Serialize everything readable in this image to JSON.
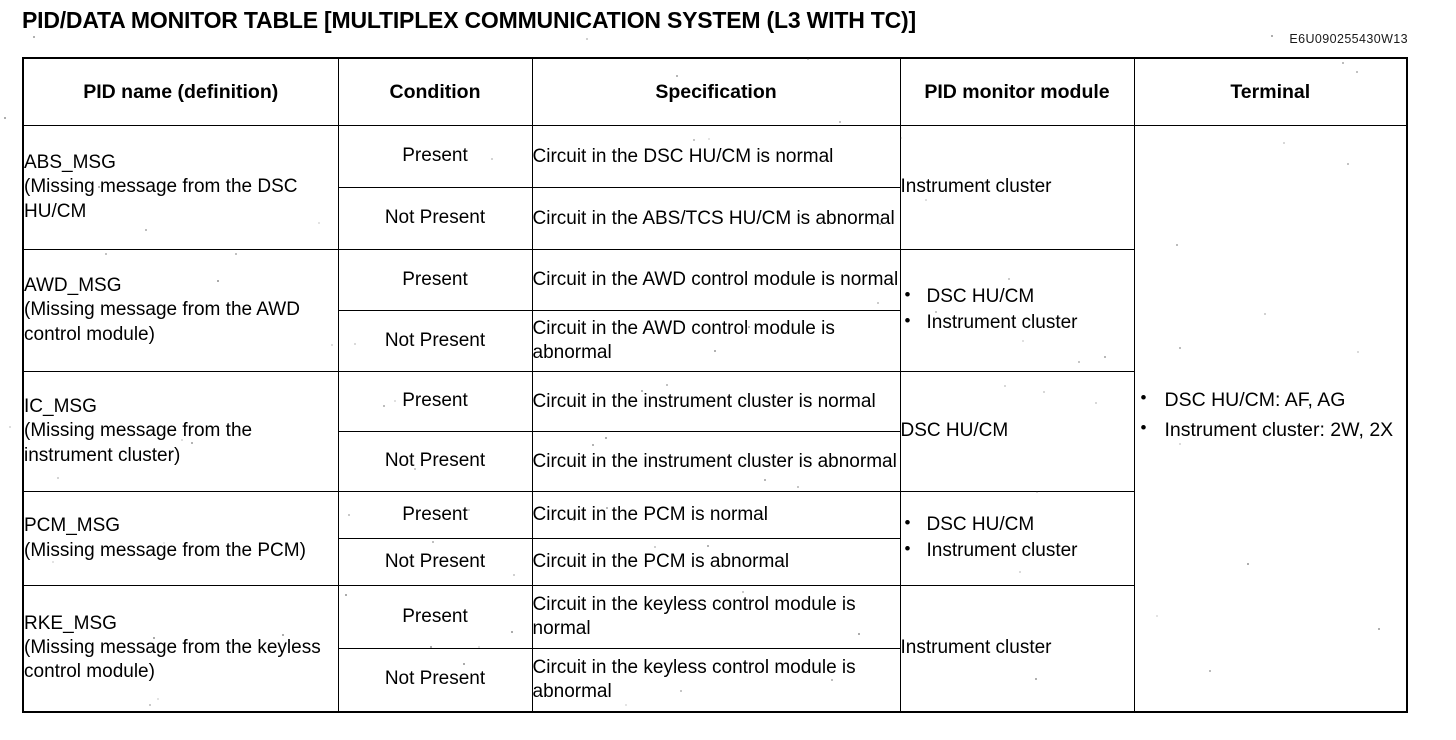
{
  "document": {
    "title": "PID/DATA MONITOR TABLE [MULTIPLEX COMMUNICATION SYSTEM (L3 WITH TC)]",
    "reference_code": "E6U090255430W13"
  },
  "table": {
    "headers": {
      "pid_name": "PID name (definition)",
      "condition": "Condition",
      "specification": "Specification",
      "pid_monitor_module": "PID monitor module",
      "terminal": "Terminal"
    },
    "terminal_value": {
      "bullets": [
        "DSC HU/CM: AF, AG",
        "Instrument cluster: 2W, 2X"
      ]
    },
    "rows": [
      {
        "pid_name": "ABS_MSG\n(Missing message from the DSC HU/CM",
        "conditions": [
          {
            "condition": "Present",
            "specification": "Circuit in the DSC HU/CM is normal"
          },
          {
            "condition": "Not Present",
            "specification": "Circuit in the ABS/TCS HU/CM is abnormal"
          }
        ],
        "monitor_module": {
          "text": "Instrument cluster",
          "bullets": []
        }
      },
      {
        "pid_name": "AWD_MSG\n(Missing message from the AWD control module)",
        "conditions": [
          {
            "condition": "Present",
            "specification": "Circuit in the AWD control module is normal"
          },
          {
            "condition": "Not Present",
            "specification": "Circuit in the AWD control module is abnormal"
          }
        ],
        "monitor_module": {
          "text": "",
          "bullets": [
            "DSC HU/CM",
            "Instrument cluster"
          ]
        }
      },
      {
        "pid_name": "IC_MSG\n(Missing message from the instrument cluster)",
        "conditions": [
          {
            "condition": "Present",
            "specification": "Circuit in the instrument cluster is normal"
          },
          {
            "condition": "Not Present",
            "specification": "Circuit in the instrument cluster is abnormal"
          }
        ],
        "monitor_module": {
          "text": "DSC HU/CM",
          "bullets": []
        }
      },
      {
        "pid_name": "PCM_MSG\n(Missing message from the PCM)",
        "conditions": [
          {
            "condition": "Present",
            "specification": "Circuit in the PCM is normal"
          },
          {
            "condition": "Not Present",
            "specification": "Circuit in the PCM is abnormal"
          }
        ],
        "monitor_module": {
          "text": "",
          "bullets": [
            "DSC HU/CM",
            "Instrument cluster"
          ]
        }
      },
      {
        "pid_name": "RKE_MSG\n(Missing message from the keyless control module)",
        "conditions": [
          {
            "condition": "Present",
            "specification": "Circuit in the keyless control module is normal"
          },
          {
            "condition": "Not Present",
            "specification": "Circuit in the keyless control module is abnormal"
          }
        ],
        "monitor_module": {
          "text": "Instrument cluster",
          "bullets": []
        }
      }
    ]
  },
  "colors": {
    "ink": "#000000",
    "paper": "#ffffff"
  }
}
